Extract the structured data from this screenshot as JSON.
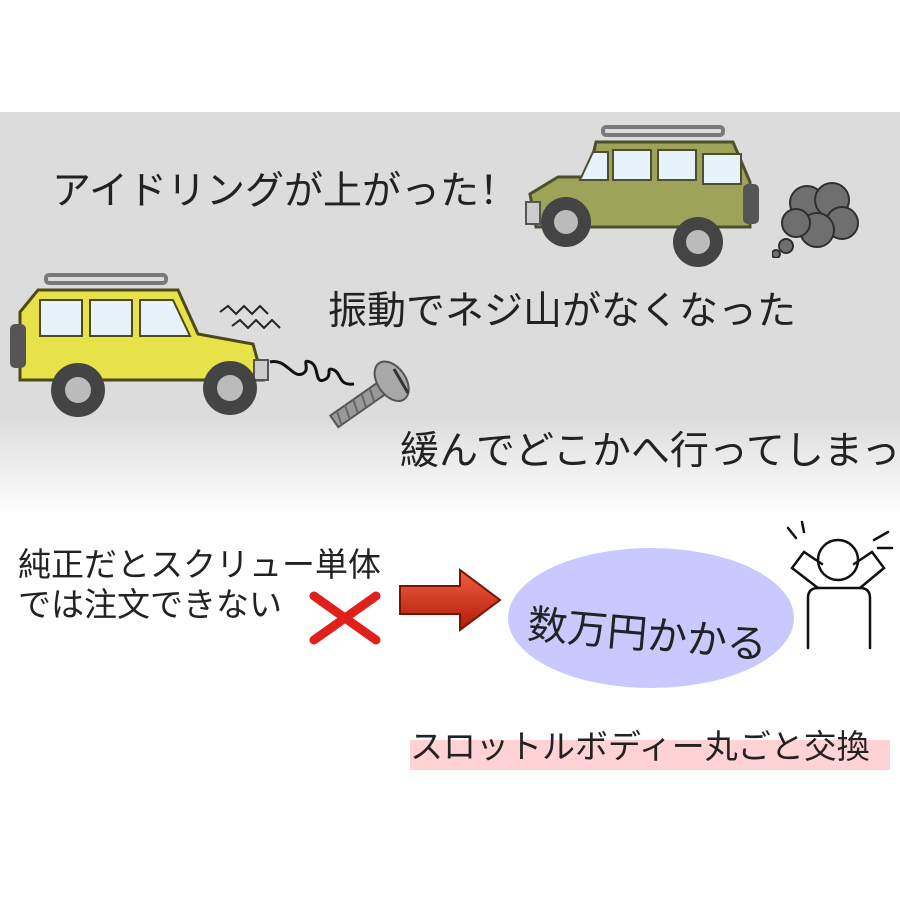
{
  "captions": {
    "idling": "アイドリングが上がった！",
    "vibration": "振動でネジ山がなくなった",
    "loosened": "緩んでどこかへ行ってしまった",
    "genuine_line1": "純正だとスクリュー単体",
    "genuine_line2": "では注文できない",
    "cost": "数万円かかる",
    "replace": "スロットルボディー丸ごと交換"
  },
  "icons": {
    "car_top": "suv-olive-icon",
    "smoke": "exhaust-smoke-icon",
    "car_left": "suv-yellow-icon",
    "vibration": "vibration-lines-icon",
    "screw": "screw-icon",
    "cross": "cross-mark-icon",
    "arrow": "right-arrow-icon",
    "person": "distressed-person-icon"
  },
  "colors": {
    "panel_bg": "#dcdcdc",
    "ellipse_bg": "#c9c9ff",
    "underline": "#ffd3d6",
    "cross": "#e0201a",
    "arrow": "#d42a12"
  }
}
